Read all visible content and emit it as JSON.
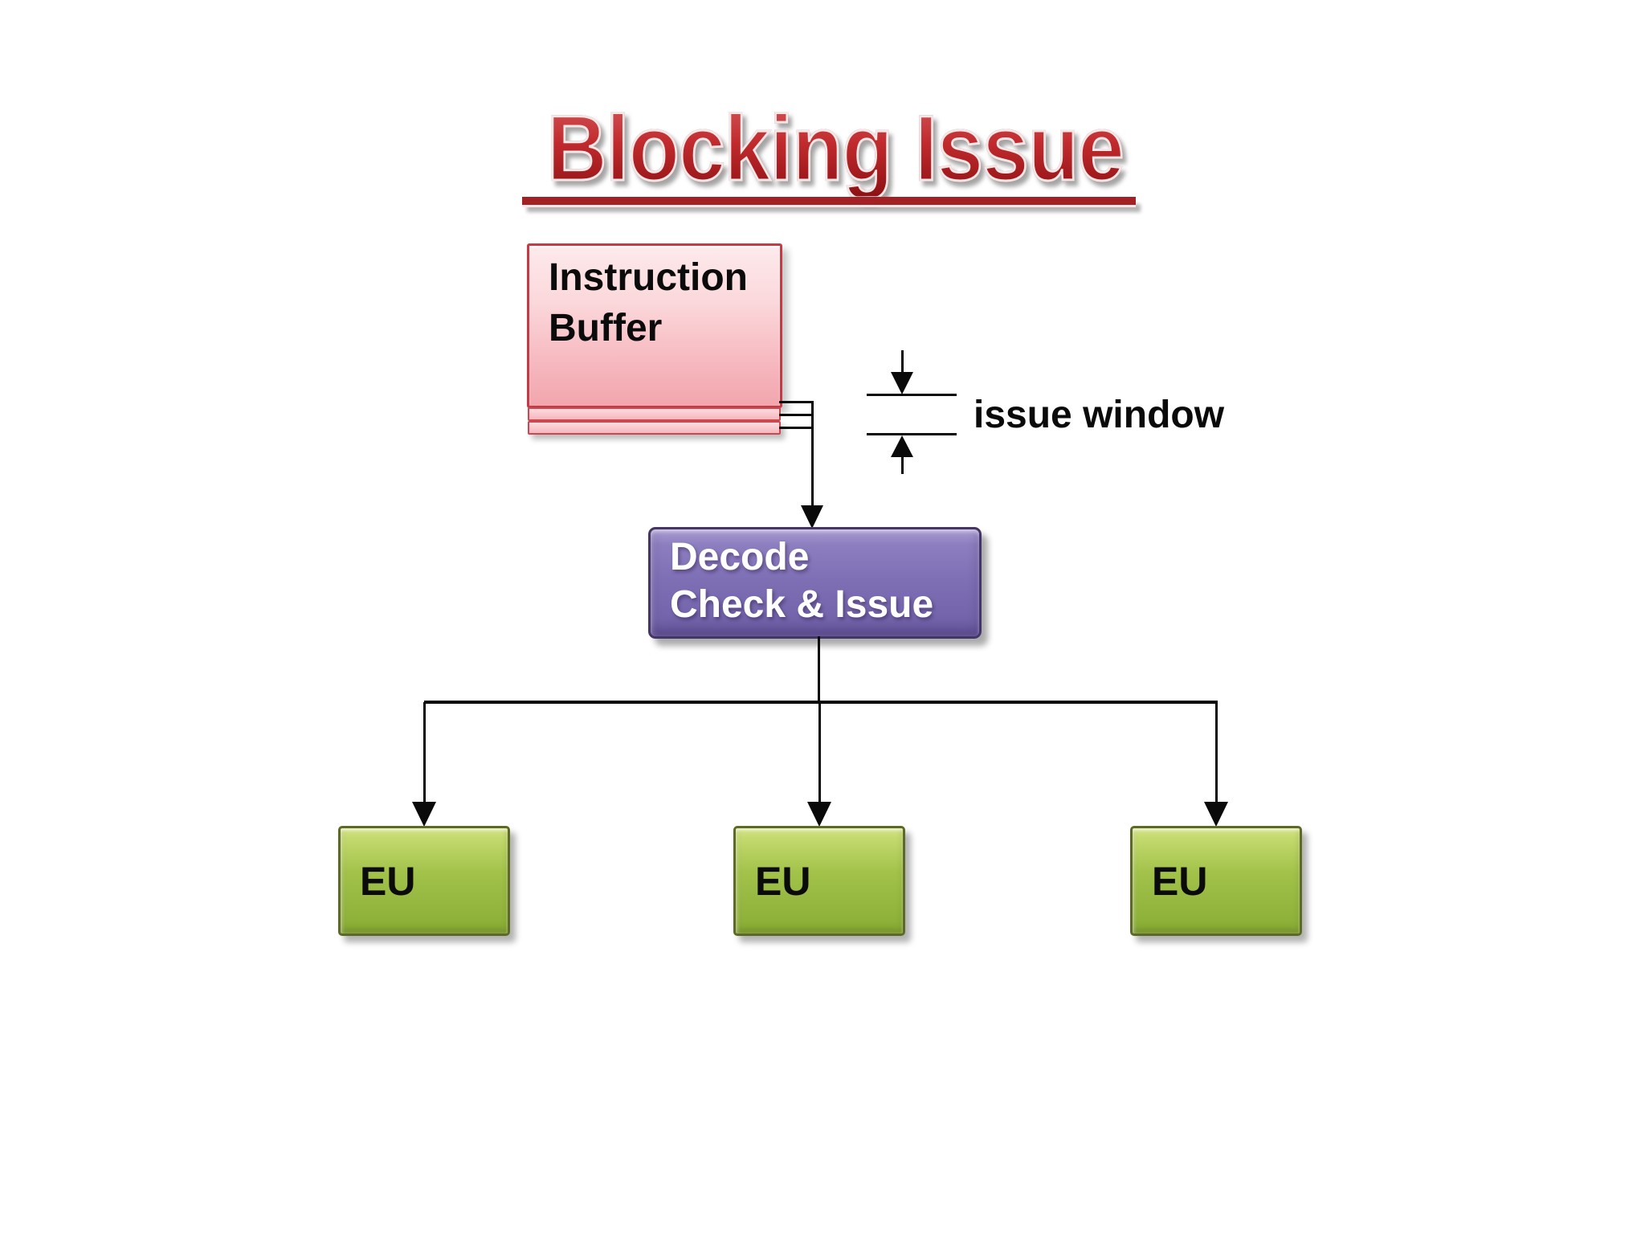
{
  "slide": {
    "title": "Blocking Issue",
    "title_color": "#b01d20",
    "title_outline_color": "#f4e7e7",
    "underline_color": "#a32024",
    "background_color": "#ffffff"
  },
  "nodes": {
    "instruction_buffer": {
      "label": "Instruction\nBuffer",
      "fill_top": "#fdeaec",
      "fill_bottom": "#f2a6ad",
      "border_color": "#c23b45"
    },
    "decode": {
      "label": "Decode\nCheck & Issue",
      "fill": "#7e6eb4",
      "border_color": "#453566",
      "text_color": "#ffffff"
    },
    "eu": [
      {
        "label": "EU"
      },
      {
        "label": "EU"
      },
      {
        "label": "EU"
      }
    ],
    "eu_fill": "#a2c24a",
    "eu_border_color": "#5d6a24"
  },
  "annotations": {
    "issue_window_label": "issue window",
    "line_color": "#0a0a0a"
  }
}
